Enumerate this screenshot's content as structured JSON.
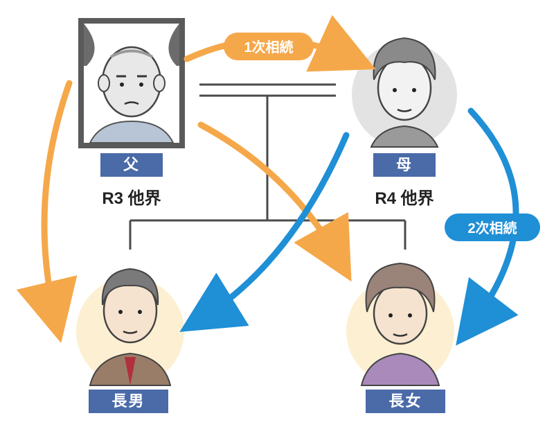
{
  "nodes": {
    "father": {
      "label": "父",
      "status": "R3 他界"
    },
    "mother": {
      "label": "母",
      "status": "R4 他界"
    },
    "eldest_son": {
      "label": "長男"
    },
    "eldest_daughter": {
      "label": "長女"
    }
  },
  "arrows": {
    "first_inheritance": "1次相続",
    "second_inheritance": "2次相続"
  },
  "colors": {
    "orange": "#f5a84a",
    "blue": "#1f8fd6",
    "label_bg": "#4a6aa8",
    "line": "#4a4a4a"
  }
}
